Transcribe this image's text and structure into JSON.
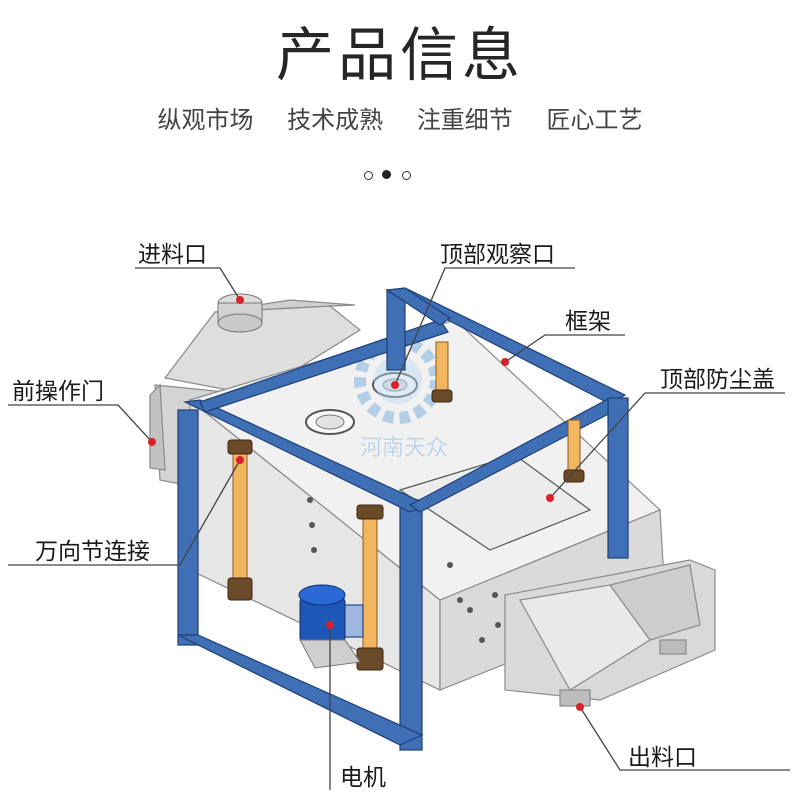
{
  "header": {
    "title": "产品信息",
    "taglines": [
      "纵观市场",
      "技术成熟",
      "注重细节",
      "匠心工艺"
    ]
  },
  "carousel": {
    "count": 3,
    "active_index": 1
  },
  "watermark": {
    "text": "河南天众"
  },
  "callouts": {
    "inlet": "进料口",
    "top_port": "顶部观察口",
    "frame": "框架",
    "front_door": "前操作门",
    "dust_cover": "顶部防尘盖",
    "joint": "万向节连接",
    "motor": "电机",
    "outlet": "出料口"
  },
  "colors": {
    "frame_blue": "#3f6fb5",
    "shaft_orange": "#f2b560",
    "motor_blue": "#1f57b8",
    "marker_red": "#d9202b",
    "body_gray": "#e8e8e8"
  }
}
